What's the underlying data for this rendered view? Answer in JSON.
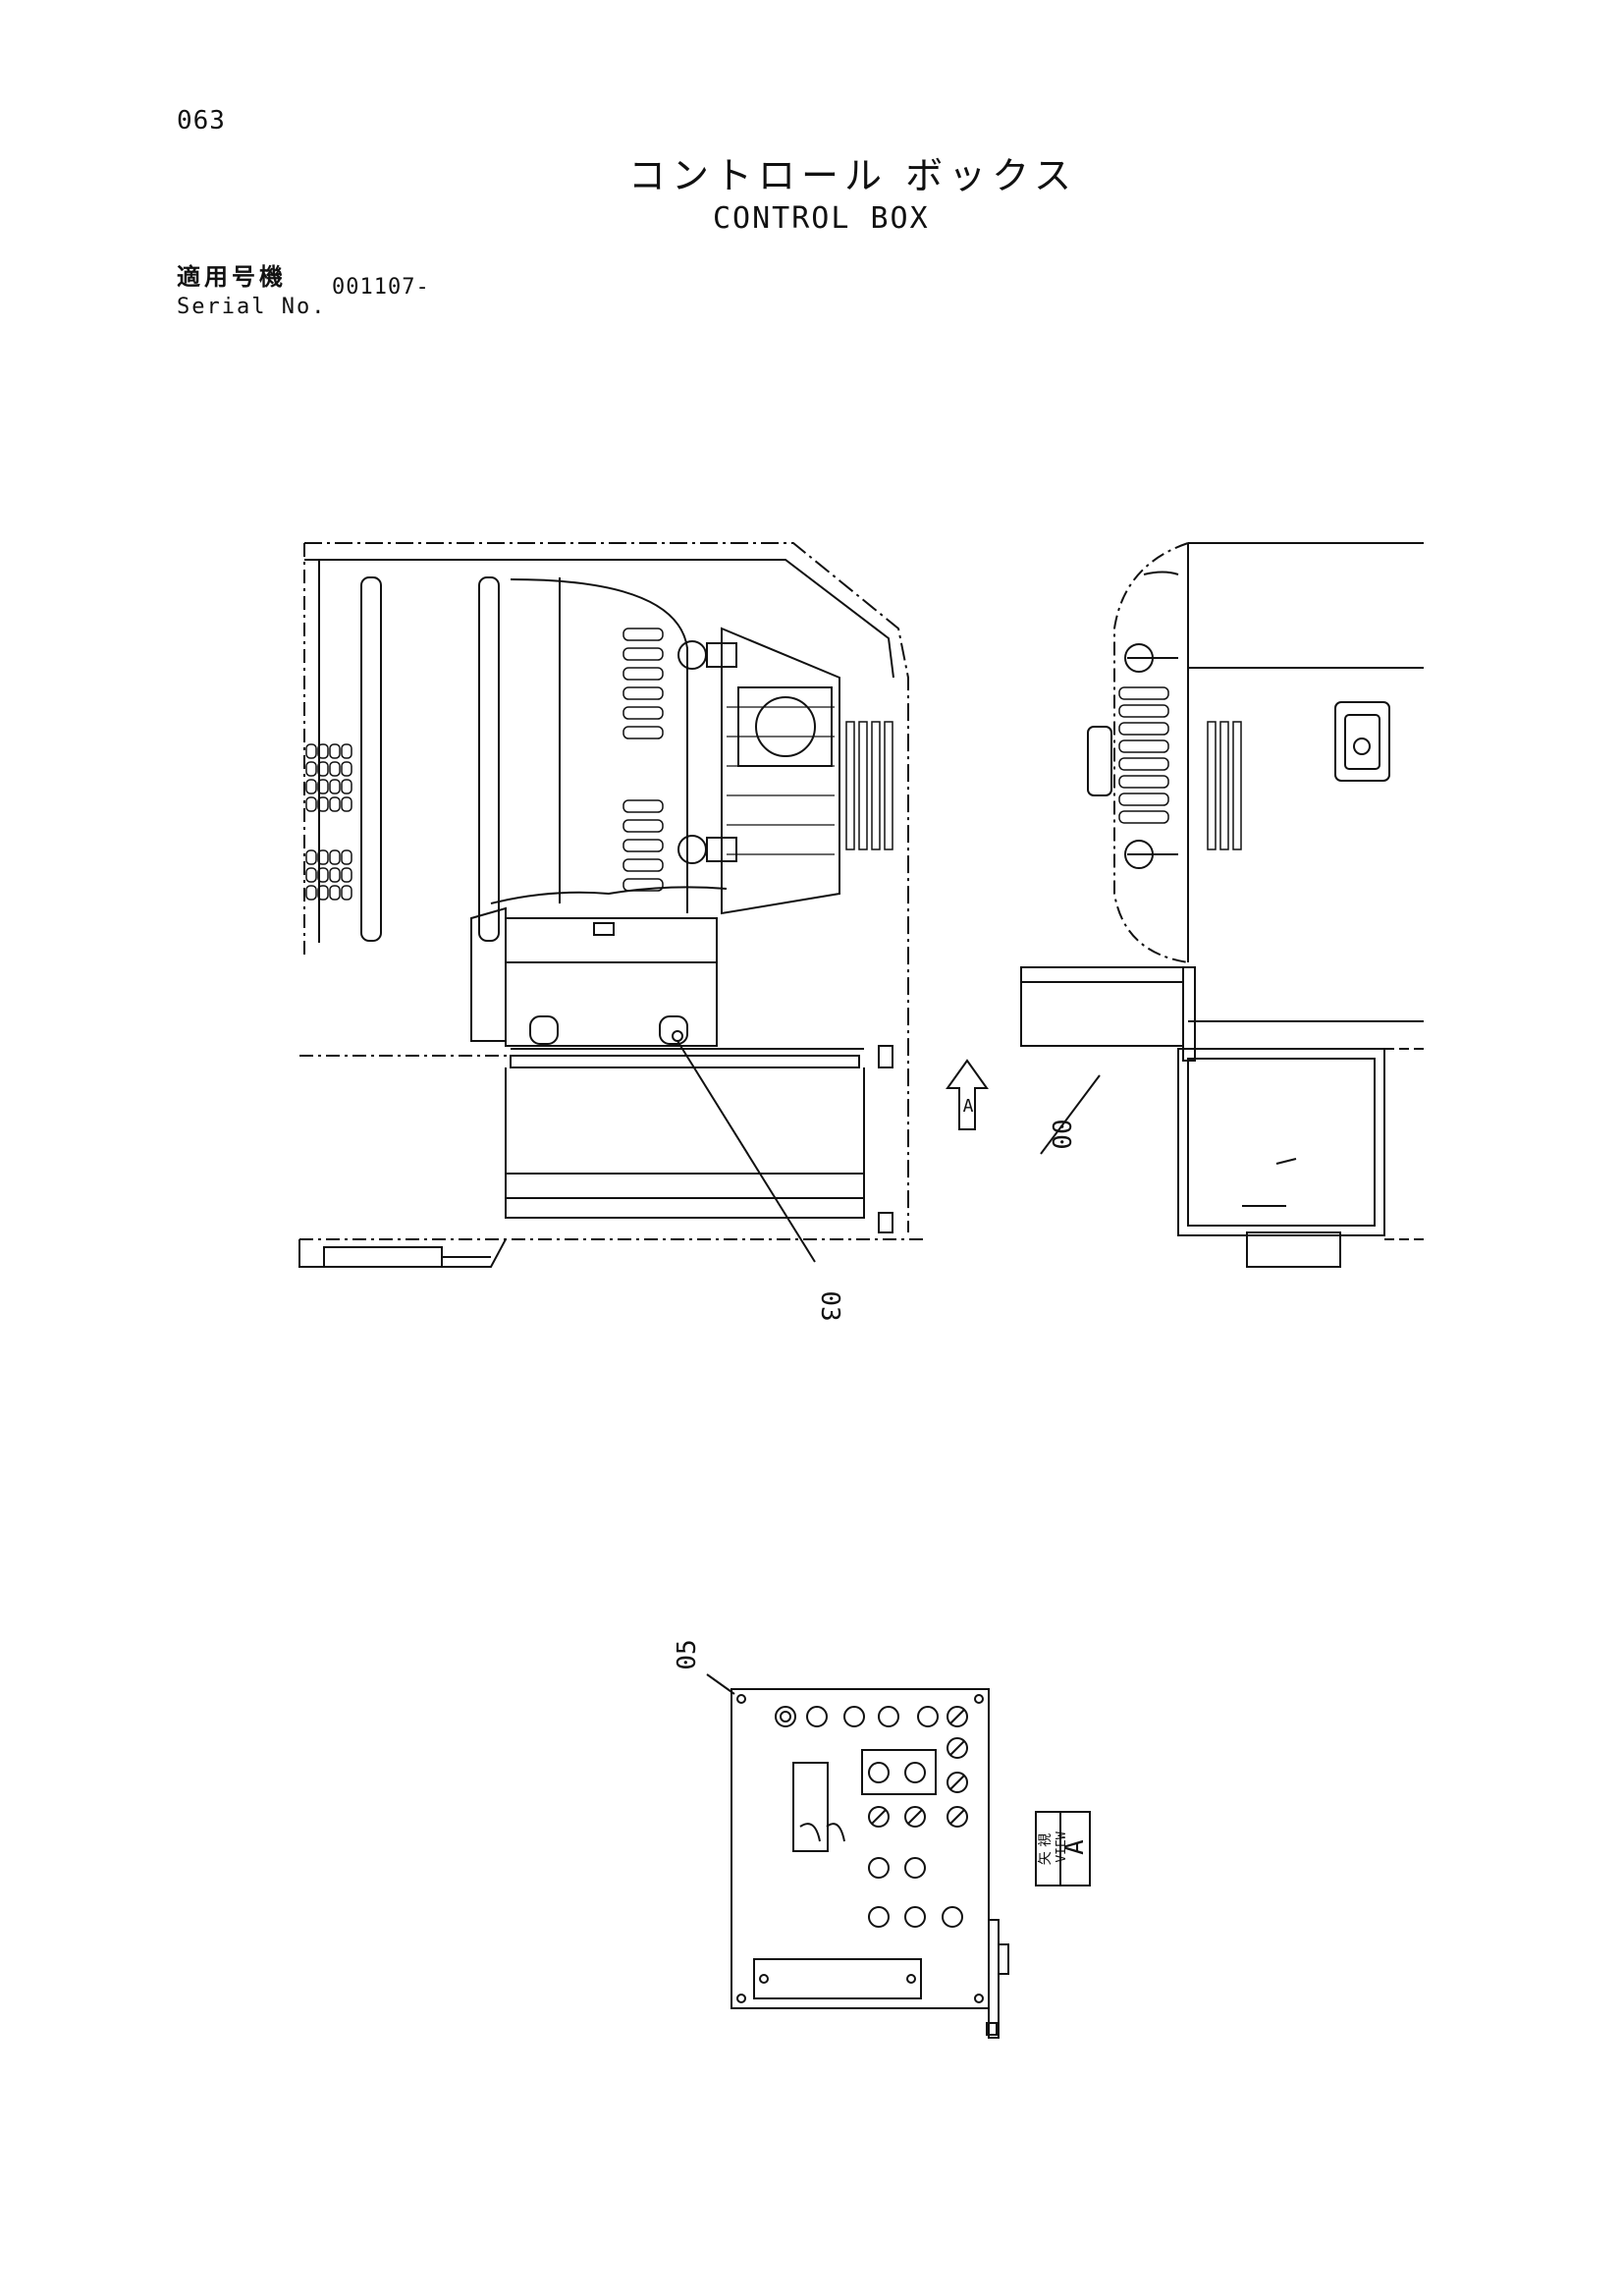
{
  "page": {
    "number": "063",
    "title_jp": "コントロール ボックス",
    "title_en": "CONTROL BOX",
    "serial_label_jp": "適用号機",
    "serial_label_en": "Serial No.",
    "serial_value": "001107-"
  },
  "callouts": [
    "00",
    "03",
    "05"
  ],
  "view": {
    "arrow_letter": "A",
    "label_jp": "矢 視",
    "label_en": "VIEW",
    "letter": "A"
  }
}
